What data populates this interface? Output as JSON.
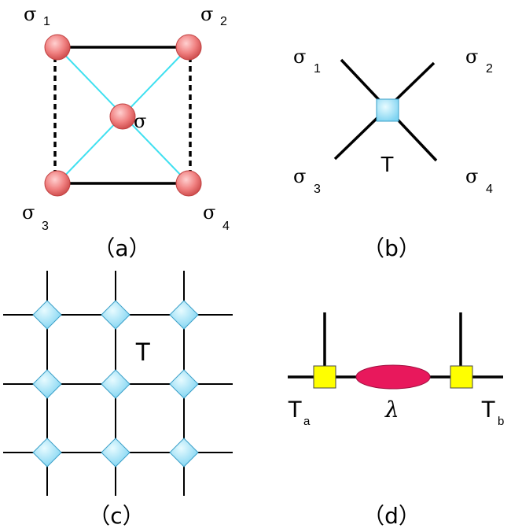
{
  "panel_a": {
    "caption": "（a）",
    "labels": {
      "s1": "σ",
      "s1_sub": "1",
      "s2": "σ",
      "s2_sub": "2",
      "s3": "σ",
      "s3_sub": "3",
      "s4": "σ",
      "s4_sub": "4",
      "center": "σ"
    },
    "colors": {
      "node": "#f08080",
      "diagonal": "#40e0f0",
      "edge": "#000000"
    }
  },
  "panel_b": {
    "caption": "（b）",
    "tensor_label": "T",
    "labels": {
      "s1": "σ",
      "s1_sub": "1",
      "s2": "σ",
      "s2_sub": "2",
      "s3": "σ",
      "s3_sub": "3",
      "s4": "σ",
      "s4_sub": "4"
    },
    "colors": {
      "tensor": "#8fdcf5"
    }
  },
  "panel_c": {
    "caption": "（c）",
    "tensor_label": "T",
    "colors": {
      "tensor": "#8fdcf5"
    }
  },
  "panel_d": {
    "caption": "（d）",
    "left_tensor": "T",
    "left_sub": "a",
    "right_tensor": "T",
    "right_sub": "b",
    "bond": "λ",
    "colors": {
      "tensor": "#ffff00",
      "bond": "#e8185c"
    }
  }
}
